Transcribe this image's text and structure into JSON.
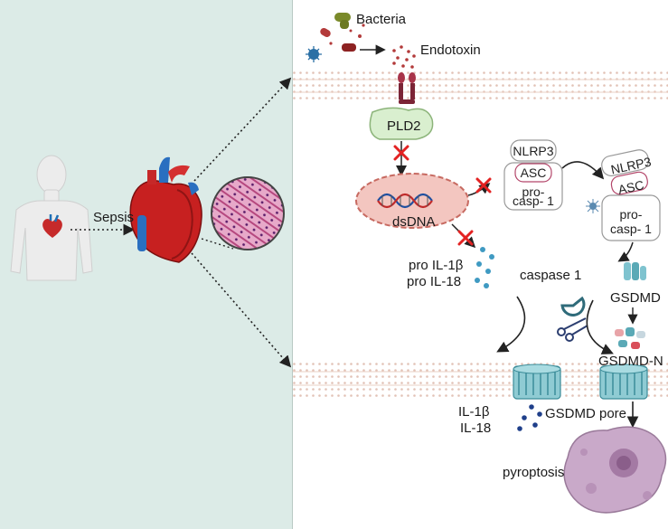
{
  "labels": {
    "sepsis": "Sepsis",
    "bacteria": "Bacteria",
    "endotoxin": "Endotoxin",
    "pld2": "PLD2",
    "dsdna": "dsDNA",
    "nlrp3": "NLRP3",
    "asc": "ASC",
    "procasp_line1": "pro-",
    "procasp_line2": "casp- 1",
    "nlrp3_active": "NLRP3",
    "asc_active": "ASC",
    "procasp_active_line1": "pro-",
    "procasp_active_line2": "casp- 1",
    "pro_il1b": "pro IL-1β",
    "pro_il18": "pro IL-18",
    "caspase1": "caspase 1",
    "gsdmd": "GSDMD",
    "gsdmd_n": "GSDMD-N",
    "il1b": "IL-1β",
    "il18": "IL-18",
    "gsdmd_pore": "GSDMD pore",
    "pyroptosis": "pyroptosis"
  },
  "colors": {
    "left_background": "#dcebe7",
    "membrane": "#f0d9cf",
    "pld2": "#d9efcf",
    "nucleus": "#f3c6c0",
    "inhibit_x": "#e32222",
    "pore": "#5aa9b6",
    "cell": "#c9a9c9"
  },
  "icons": [
    "human-silhouette-icon",
    "heart-icon",
    "histology-icon",
    "scissors-icon",
    "dna-helix-icon",
    "receptor-icon",
    "bacteria-icon",
    "virus-icon"
  ]
}
